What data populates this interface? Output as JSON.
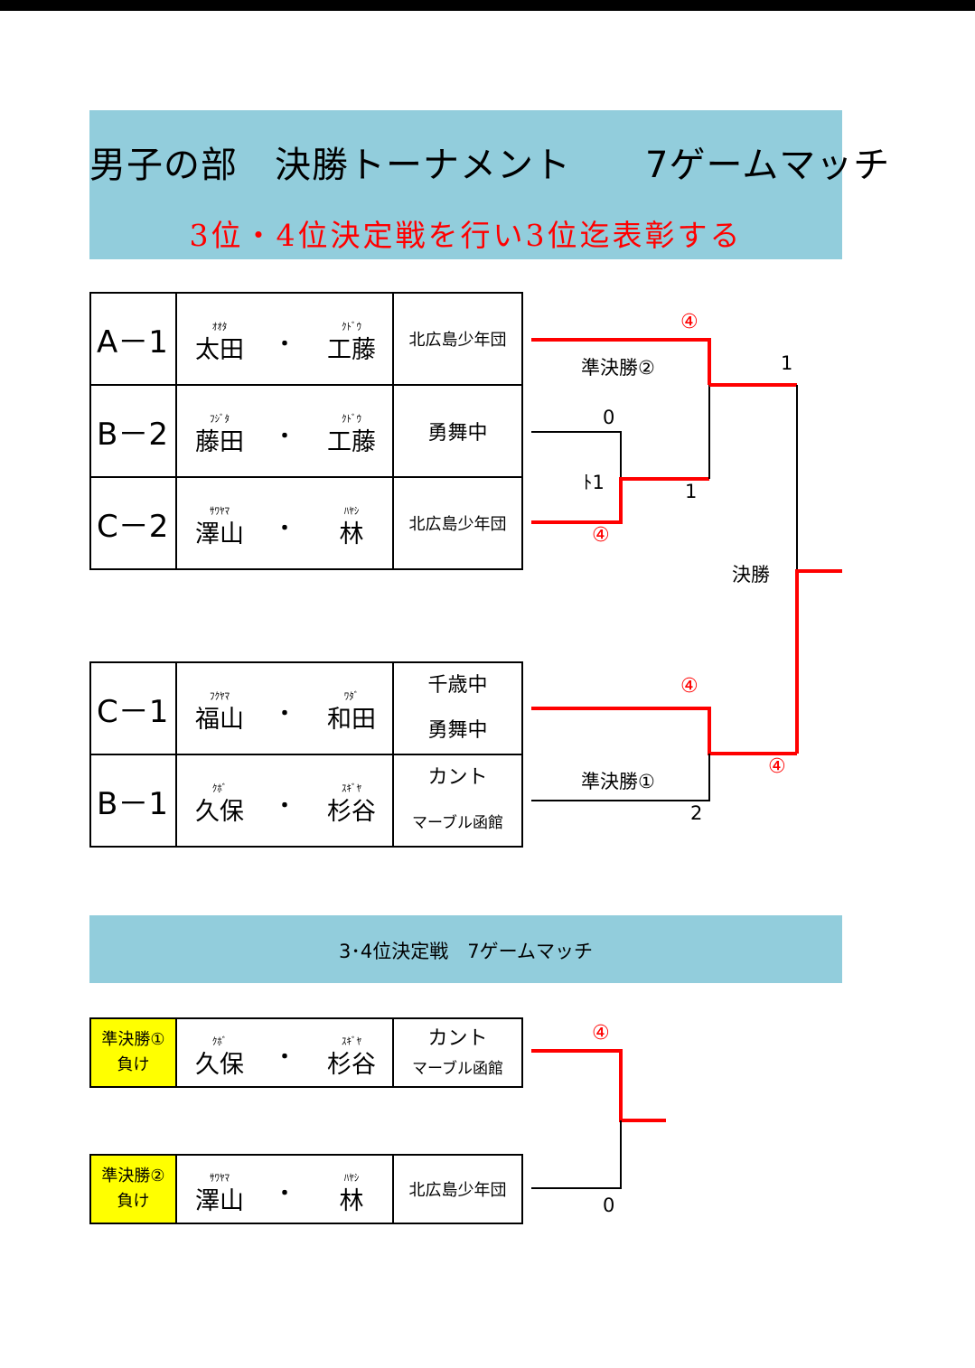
{
  "header": {
    "title": "男子の部　決勝トーナメント　　7ゲームマッチ",
    "subtitle": "3位・4位決定戦を行い3位迄表彰する"
  },
  "bracket_top": {
    "rows": [
      {
        "seed": "A－1",
        "p1_kana": "ｵｵﾀ",
        "p1_name": "太田",
        "p2_kana": "ｸﾄﾞｳ",
        "p2_name": "工藤",
        "team": "北広島少年団"
      },
      {
        "seed": "B－2",
        "p1_kana": "ﾌｼﾞﾀ",
        "p1_name": "藤田",
        "p2_kana": "ｸﾄﾞｳ",
        "p2_name": "工藤",
        "team": "勇舞中"
      },
      {
        "seed": "C－2",
        "p1_kana": "ｻﾜﾔﾏ",
        "p1_name": "澤山",
        "p2_kana": "ﾊﾔｼ",
        "p2_name": "林",
        "team": "北広島少年団"
      }
    ]
  },
  "bracket_bottom": {
    "rows": [
      {
        "seed": "C－1",
        "p1_kana": "ﾌｸﾔﾏ",
        "p1_name": "福山",
        "p2_kana": "ﾜﾀﾞ",
        "p2_name": "和田",
        "team_a": "千歳中",
        "team_b": "勇舞中"
      },
      {
        "seed": "B－1",
        "p1_kana": "ｸﾎﾞ",
        "p1_name": "久保",
        "p2_kana": "ｽｷﾞﾔ",
        "p2_name": "杉谷",
        "team_a": "カント",
        "team_b": "マーブル函館"
      }
    ]
  },
  "dot": "・",
  "scores": {
    "r1_bc_top": "0",
    "r1_bc_mid": "ﾄ1",
    "r1_bc_bottom": "④",
    "sf2_top": "④",
    "sf2_bottom": "1",
    "sf2_label": "準決勝②",
    "sf1_top": "④",
    "sf1_bottom": "2",
    "sf1_label": "準決勝①",
    "final_top": "1",
    "final_bottom": "④",
    "final_label": "決勝",
    "third_top": "④",
    "third_bottom": "0"
  },
  "third_place": {
    "title": "3･4位決定戦　7ゲームマッチ",
    "rows": [
      {
        "label1": "準決勝①",
        "label2": "負け",
        "p1_kana": "ｸﾎﾞ",
        "p1_name": "久保",
        "p2_kana": "ｽｷﾞﾔ",
        "p2_name": "杉谷",
        "team_a": "カント",
        "team_b": "マーブル函館"
      },
      {
        "label1": "準決勝②",
        "label2": "負け",
        "p1_kana": "ｻﾜﾔﾏ",
        "p1_name": "澤山",
        "p2_kana": "ﾊﾔｼ",
        "p2_name": "林",
        "team": "北広島少年団"
      }
    ]
  },
  "colors": {
    "banner": "#92cddc",
    "winner_line": "#ff0000",
    "loser_label": "#ffff00"
  }
}
